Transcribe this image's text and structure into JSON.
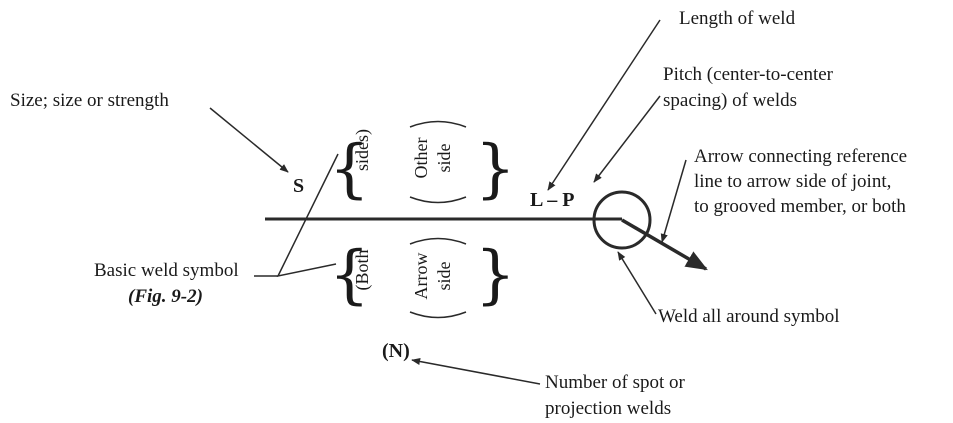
{
  "labels": {
    "length_of_weld": "Length of weld",
    "pitch_line1": "Pitch (center-to-center",
    "pitch_line2": "spacing) of welds",
    "size": "Size; size or strength",
    "arrow_conn_line1": "Arrow connecting reference",
    "arrow_conn_line2": "line to arrow side of joint,",
    "arrow_conn_line3": "to grooved member, or both",
    "basic_weld_symbol": "Basic weld symbol",
    "fig_ref": "(Fig. 9-2)",
    "weld_all_around": "Weld all around symbol",
    "number_line1": "Number of spot or",
    "number_line2": "projection welds"
  },
  "symbols": {
    "S": "S",
    "LP": "L – P",
    "N": "(N)"
  },
  "rotated_text": {
    "sides": "sides)",
    "both": "(Both",
    "other": "Other",
    "other_side": "side",
    "arrow": "Arrow",
    "arrow_side": "side"
  },
  "glyphs": {
    "brace_open": "{",
    "brace_close": "}",
    "paren_open": "(",
    "paren_close": ")"
  },
  "colors": {
    "ink": "#1a1a1a",
    "line": "#2a2a2a"
  }
}
